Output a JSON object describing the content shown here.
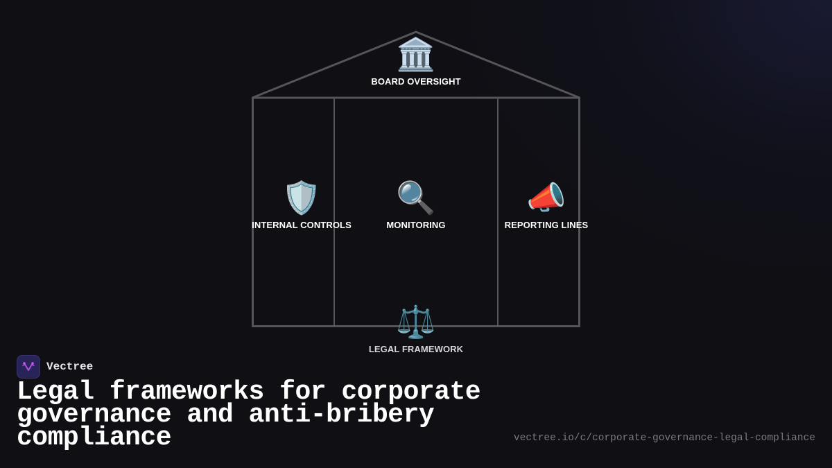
{
  "diagram": {
    "type": "governance-house",
    "roof": {
      "icon": "classical-building-icon",
      "glyph": "🏛️",
      "label": "BOARD OVERSIGHT"
    },
    "pillars": [
      {
        "icon": "shield-icon",
        "glyph": "🛡️",
        "label": "INTERNAL CONTROLS"
      },
      {
        "icon": "magnifying-glass-icon",
        "glyph": "🔍",
        "label": "MONITORING"
      },
      {
        "icon": "megaphone-icon",
        "glyph": "📣",
        "label": "REPORTING LINES"
      }
    ],
    "foundation": {
      "icon": "balance-scale-icon",
      "glyph": "⚖️",
      "label": "LEGAL FRAMEWORK"
    },
    "line_color": "#555559"
  },
  "brand": {
    "name": "Vectree",
    "logo_bg": "#28245a",
    "logo_accent": "#b04fd8"
  },
  "title": "Legal frameworks for corporate governance and anti-bribery compliance",
  "url": "vectree.io/c/corporate-governance-legal-compliance"
}
